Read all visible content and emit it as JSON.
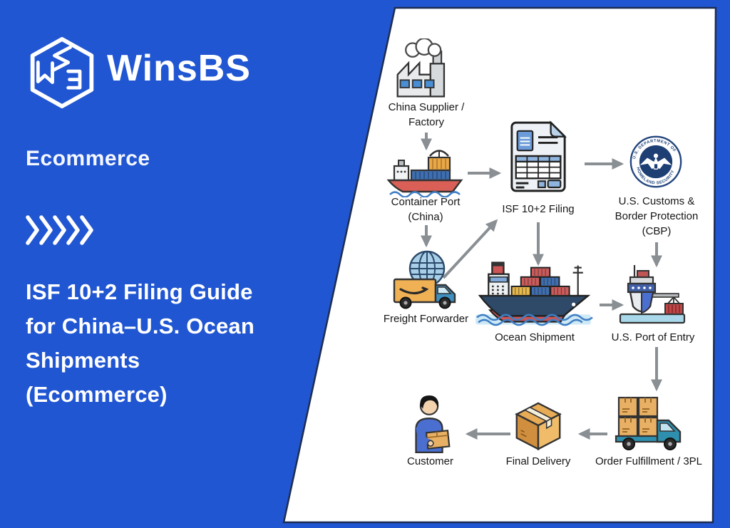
{
  "brand": {
    "name": "WinsBS",
    "tagline": "Ecommerce"
  },
  "title_lines": [
    "ISF 10+2 Filing Guide",
    "for China–U.S. Ocean",
    "Shipments",
    "(Ecommerce)"
  ],
  "colors": {
    "background_blue": "#2156d2",
    "panel_white": "#ffffff",
    "panel_border": "#1e2d50",
    "arrow_gray": "#8a8f94",
    "label_text": "#161616"
  },
  "diagram": {
    "cbp_seal": {
      "top_text": "U.S. DEPARTMENT OF",
      "bottom_text": "HOMELAND SECURITY"
    },
    "nodes": [
      {
        "id": "china-supplier-factory",
        "icon": "factory-icon",
        "lines": [
          "China Supplier /",
          "Factory"
        ]
      },
      {
        "id": "container-port-china",
        "icon": "cargo-ship-icon",
        "lines": [
          "Container Port",
          "(China)"
        ]
      },
      {
        "id": "isf-filing",
        "icon": "document-form-icon",
        "lines": [
          "ISF 10+2 Filing"
        ]
      },
      {
        "id": "cbp",
        "icon": "dhs-seal-icon",
        "lines": [
          "U.S. Customs &",
          "Border Protection",
          "(CBP)"
        ]
      },
      {
        "id": "freight-forwarder",
        "icon": "globe-truck-icon",
        "lines": [
          "Freight Forwarder"
        ]
      },
      {
        "id": "ocean-shipment",
        "icon": "container-ship-icon",
        "lines": [
          "Ocean Shipment"
        ]
      },
      {
        "id": "us-port-of-entry",
        "icon": "port-crane-icon",
        "lines": [
          "U.S. Port of Entry"
        ]
      },
      {
        "id": "order-fulfillment-3pl",
        "icon": "box-truck-icon",
        "lines": [
          "Order Fulfillment / 3PL"
        ]
      },
      {
        "id": "final-delivery",
        "icon": "package-box-icon",
        "lines": [
          "Final Delivery"
        ]
      },
      {
        "id": "customer",
        "icon": "person-box-icon",
        "lines": [
          "Customer"
        ]
      }
    ],
    "edges": [
      {
        "from": "china-supplier-factory",
        "to": "container-port-china"
      },
      {
        "from": "container-port-china",
        "to": "isf-filing"
      },
      {
        "from": "container-port-china",
        "to": "freight-forwarder"
      },
      {
        "from": "freight-forwarder",
        "to": "isf-filing"
      },
      {
        "from": "isf-filing",
        "to": "cbp"
      },
      {
        "from": "isf-filing",
        "to": "ocean-shipment"
      },
      {
        "from": "cbp",
        "to": "us-port-of-entry"
      },
      {
        "from": "ocean-shipment",
        "to": "us-port-of-entry"
      },
      {
        "from": "us-port-of-entry",
        "to": "order-fulfillment-3pl"
      },
      {
        "from": "order-fulfillment-3pl",
        "to": "final-delivery"
      },
      {
        "from": "final-delivery",
        "to": "customer"
      }
    ]
  }
}
